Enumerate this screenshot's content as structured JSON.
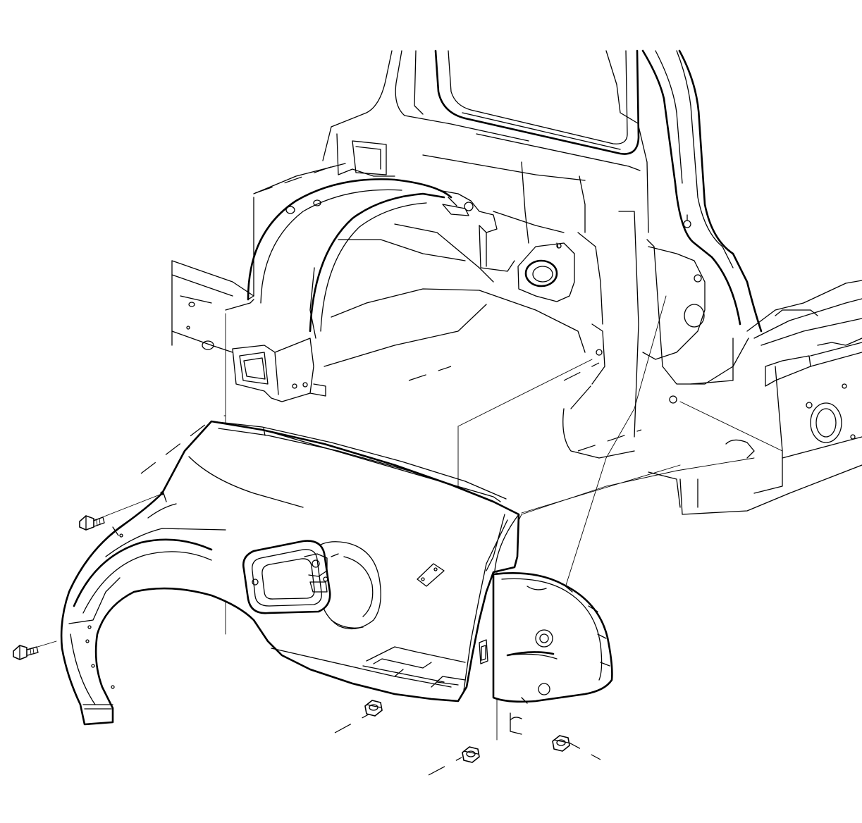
{
  "figure": {
    "background": "#ffffff",
    "line_color": "#000000",
    "subject": "",
    "components": [
      {
        "name": "body-side-inner-structure"
      },
      {
        "name": "rear-wheelhouse-inner"
      },
      {
        "name": "quarter-panel-outer"
      },
      {
        "name": "fuel-filler-door-housing"
      },
      {
        "name": "wheel-opening-liner"
      },
      {
        "name": "rear-end-panel"
      },
      {
        "name": "bolt",
        "count": 2
      },
      {
        "name": "nut",
        "count": 3
      }
    ]
  }
}
